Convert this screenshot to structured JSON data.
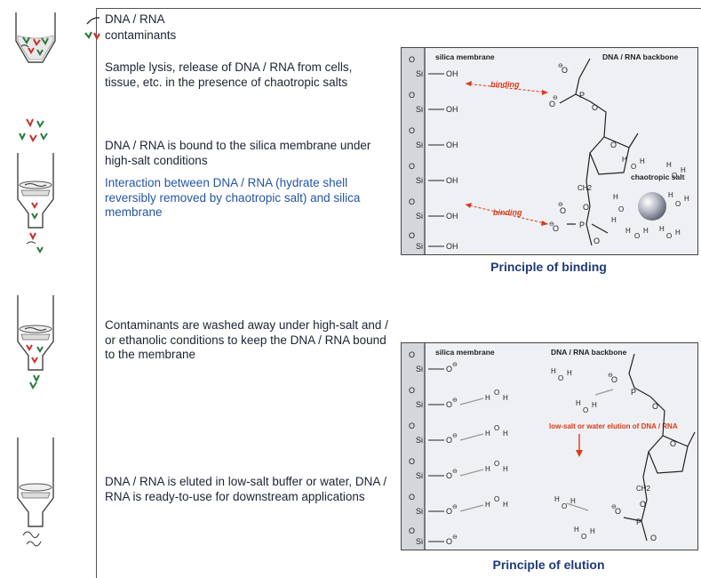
{
  "legend": {
    "dna_label": "DNA / RNA",
    "contaminants_label": "contaminants"
  },
  "steps": [
    {
      "text": "Sample lysis, release of DNA / RNA from cells, tissue, etc. in the presence of chaotropic salts"
    },
    {
      "text": "DNA / RNA is bound to the silica membrane under high-salt conditions",
      "note": "Interaction between DNA / RNA (hydrate shell reversibly removed by chaotropic salt) and silica membrane"
    },
    {
      "text": "Contaminants are washed away under high-salt and / or ethanolic conditions to keep the DNA / RNA bound to the membrane"
    },
    {
      "text": "DNA / RNA is eluted in low-salt buffer or water, DNA / RNA is ready-to-use for downstream applications"
    }
  ],
  "binding_panel": {
    "caption": "Principle of binding",
    "membrane_label": "silica membrane",
    "backbone_label": "DNA / RNA backbone",
    "binding_label": "binding",
    "salt_label": "chaotropic salt",
    "atoms": {
      "si": "Si",
      "o": "O",
      "oh": "OH",
      "p": "P",
      "ch2": "CH2",
      "h": "H"
    }
  },
  "elution_panel": {
    "caption": "Principle of elution",
    "membrane_label": "silica membrane",
    "backbone_label": "DNA / RNA backbone",
    "elution_label": "low-salt or water elution of DNA / RNA"
  },
  "colors": {
    "accent_red": "#d83a1a",
    "caption_blue": "#1f3a7a",
    "text_blue": "#2455a3",
    "dna_green": "#2a7a3a",
    "contaminant_red": "#c8302a"
  }
}
